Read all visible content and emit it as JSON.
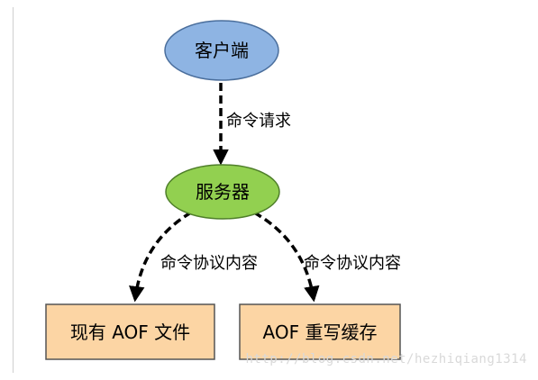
{
  "nodes": {
    "client": {
      "label": "客户端",
      "fill": "#8eb4e3",
      "stroke": "#4a6e9c"
    },
    "server": {
      "label": "服务器",
      "fill": "#92d050",
      "stroke": "#4f7f2a"
    },
    "aof_file": {
      "label": "现有 AOF 文件",
      "fill": "#fcd5a4",
      "stroke": "#555555"
    },
    "aof_buffer": {
      "label": "AOF 重写缓存",
      "fill": "#fcd5a4",
      "stroke": "#555555"
    }
  },
  "edges": {
    "client_to_server": {
      "label": "命令请求"
    },
    "server_to_file": {
      "label": "命令协议内容"
    },
    "server_to_buffer": {
      "label": "命令协议内容"
    }
  },
  "watermark": "http://blog.csdn.net/hezhiqiang1314"
}
